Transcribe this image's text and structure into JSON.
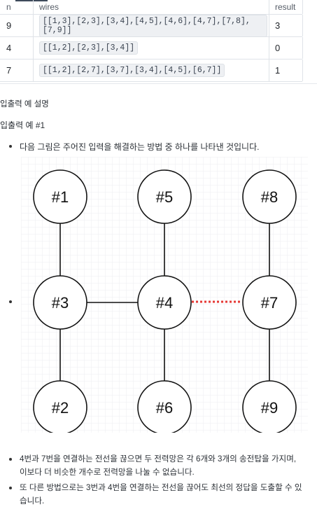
{
  "table": {
    "headers": {
      "n": "n",
      "wires": "wires",
      "result": "result"
    },
    "rows": [
      {
        "n": "9",
        "wires": "[[1,3],[2,3],[3,4],[4,5],[4,6],[4,7],[7,8],[7,9]]",
        "result": "3"
      },
      {
        "n": "4",
        "wires": "[[1,2],[2,3],[3,4]]",
        "result": "0"
      },
      {
        "n": "7",
        "wires": "[[1,2],[2,7],[3,7],[3,4],[4,5],[6,7]]",
        "result": "1"
      }
    ]
  },
  "section": {
    "title": "입출력 예 설명",
    "example_title": "입출력 예 #1",
    "intro": "다음 그림은 주어진 입력을 해결하는 방법 중 하나를 나타낸 것입니다.",
    "bullet2_line1": "4번과 7번을 연결하는 전선을 끊으면 두 전력망은 각 6개와 3개의 송전탑을 가지며,",
    "bullet2_line2": "이보다 더 비슷한 개수로 전력망을 나눌 수 없습니다.",
    "bullet3_line1": "또 다른 방법으로는 3번과 4번을 연결하는 전선을 끊어도 최선의 정답을 도출할 수 있",
    "bullet3_line2": "습니다."
  },
  "graph": {
    "nodes": {
      "n1": "#1",
      "n2": "#2",
      "n3": "#3",
      "n4": "#4",
      "n5": "#5",
      "n6": "#6",
      "n7": "#7",
      "n8": "#8",
      "n9": "#9"
    },
    "cut_color": "#e53935"
  }
}
